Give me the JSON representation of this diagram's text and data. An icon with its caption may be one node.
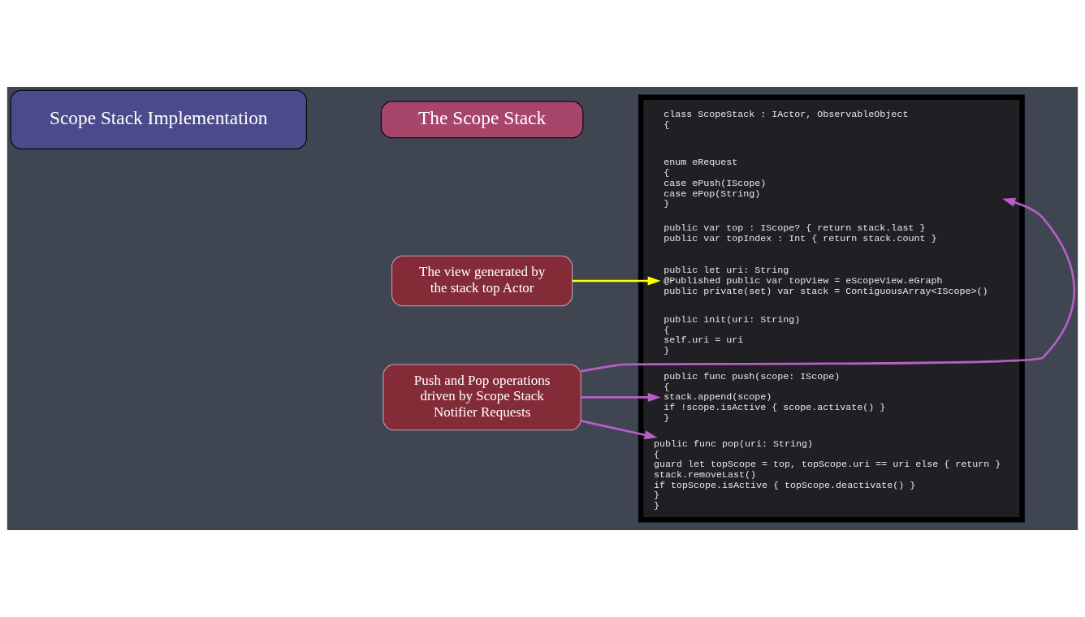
{
  "diagram": {
    "nodes": [
      {
        "text": [
          "Scope Stack Implementation"
        ]
      },
      {
        "text": [
          "The Scope Stack"
        ]
      },
      {
        "text": [
          "The view generated by the stack top Actor"
        ]
      },
      {
        "text": [
          "Push and Pop operations driven by Scope Stack Notifier Requests"
        ]
      },
      {
        "text": [],
        "shape": "box"
      },
      {
        "text": [
          "class ScopeStack : IActor, ObservableObject",
          "{"
        ],
        "in": 4
      },
      {
        "text": [
          "enum eRequest",
          "{",
          "case ePush(IScope)",
          "case ePop(String)",
          "}"
        ],
        "in": 4
      },
      {
        "text": [
          "public var top : IScope? { return stack.last }",
          "public var topIndex : Int { return stack.count }"
        ],
        "in": 4
      },
      {
        "text": [
          "public let uri: String",
          "@Published public var topView = eScopeView.eGraph",
          "public private(set) var stack = ContiguousArray<IScope>()"
        ],
        "in": 4
      },
      {
        "text": [
          "public init(uri: String)",
          "{",
          "self.uri = uri",
          "}"
        ],
        "in": 4
      },
      {
        "text": [
          "public func push(scope: IScope)",
          "{",
          "stack.append(scope)",
          "if !scope.isActive { scope.activate() }",
          "}"
        ],
        "in": 4
      },
      {
        "text": [
          "public func pop(uri: String)",
          "{",
          "guard let topScope = top, topScope.uri == uri else { return }",
          "stack.removeLast()",
          "if topScope.isActive { topScope.deactivate() }",
          "}",
          "}"
        ],
        "in": 4
      }
    ],
    "edges": [
      {
        "from": 3,
        "to": 6,
        "arrow": "to"
      },
      {
        "from": 2,
        "to": 8,
        "arrow": "to",
        "color": "#ffff00"
      },
      {
        "from": 3,
        "to": 10,
        "arrow": "to"
      },
      {
        "from": 3,
        "to": 11,
        "arrow": "to"
      }
    ]
  }
}
